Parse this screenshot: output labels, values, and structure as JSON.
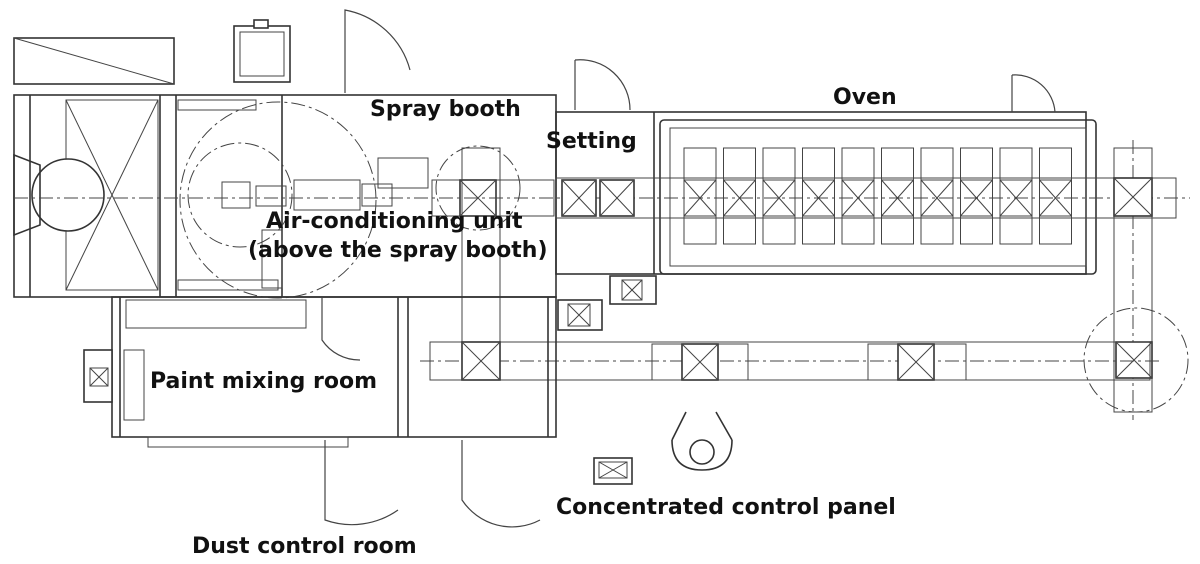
{
  "labels": {
    "spray_booth": "Spray booth",
    "oven": "Oven",
    "setting": "Setting",
    "air_unit_line1": "Air-conditioning unit",
    "air_unit_line2": "(above the spray booth)",
    "paint_mixing_room": "Paint mixing room",
    "concentrated_control_panel": "Concentrated control panel",
    "dust_control_room": "Dust control room"
  },
  "colors": {
    "line": "#333333",
    "text": "#111111",
    "background": "#ffffff"
  }
}
